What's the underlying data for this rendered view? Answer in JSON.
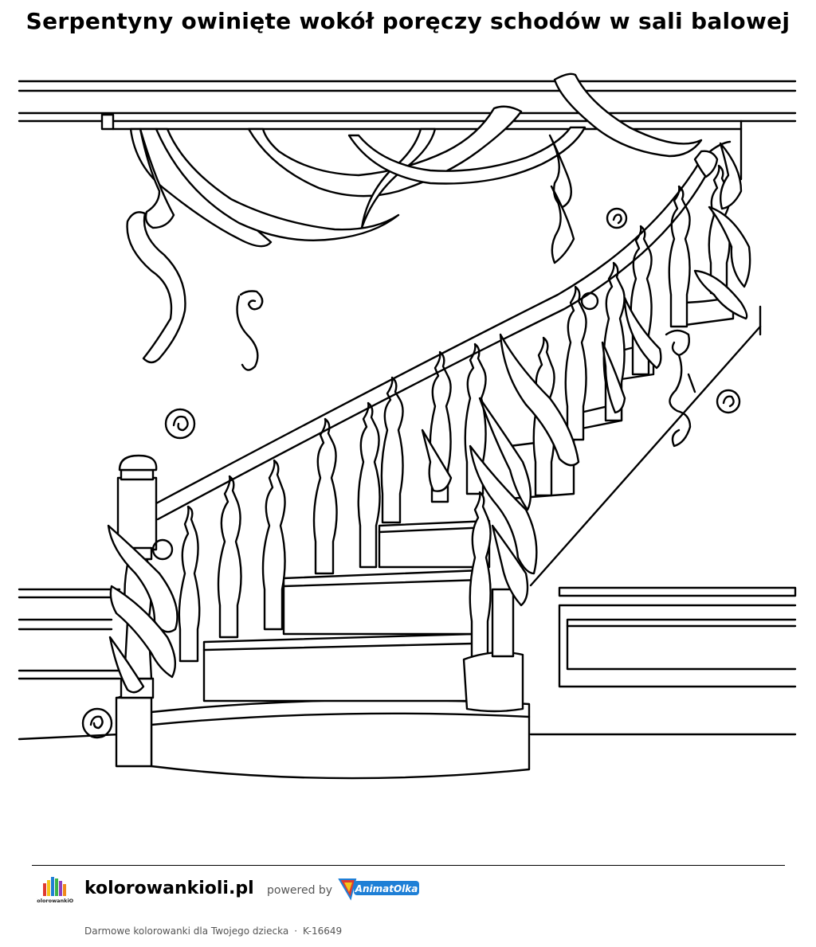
{
  "page": {
    "title": "Serpentyny owinięte wokół poręczy schodów w sali balowej"
  },
  "illustration": {
    "kind": "coloring-page line art",
    "subject": [
      "staircase",
      "handrail",
      "balusters",
      "newel-post",
      "streamers",
      "ballroom-wall"
    ]
  },
  "footer": {
    "site_name": "kolorowankioli.pl",
    "powered_by": "powered by",
    "site_logo_text": "KolorowankiOli",
    "partner_logo_text": "AnimatOlka",
    "tagline": "Darmowe kolorowanki dla Twojego dziecka",
    "separator": "·",
    "code": "K-16649"
  },
  "colors": {
    "ink": "#000000",
    "paper": "#ffffff",
    "muted_text": "#555555",
    "partner_blue": "#1e7fd6",
    "partner_red": "#e03a2f",
    "partner_yellow": "#f5c518"
  }
}
